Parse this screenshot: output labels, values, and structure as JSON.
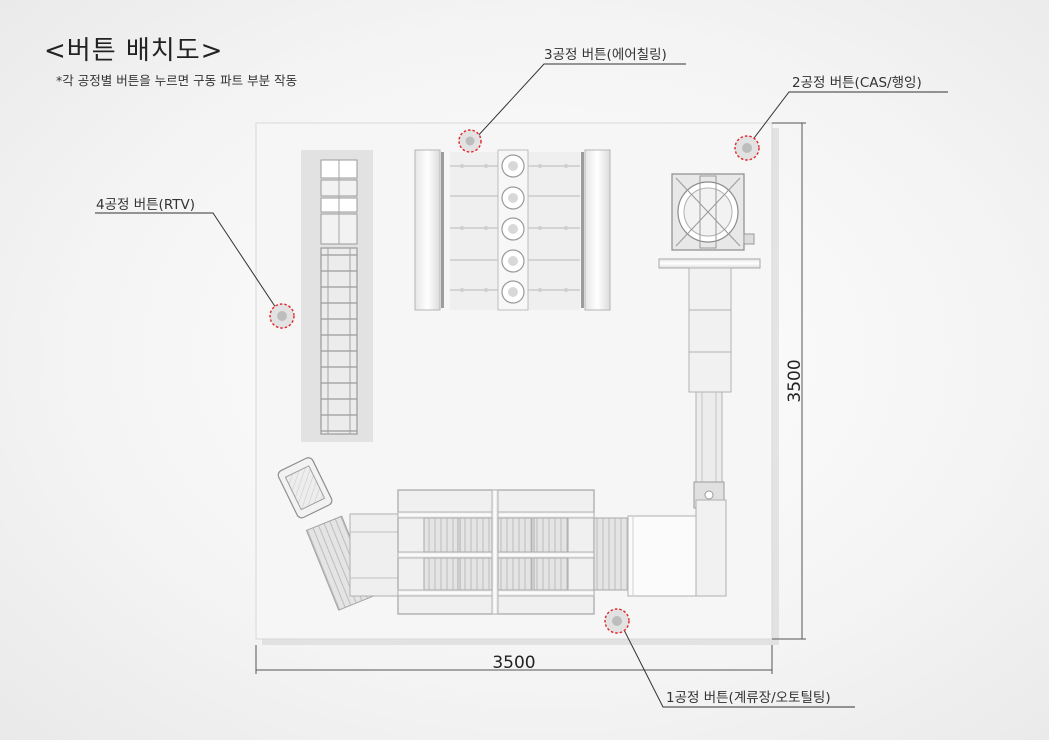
{
  "title": "<버튼 배치도>",
  "subtitle": "*각 공정별 버튼을 누르면 구동 파트 부분 작동",
  "buttons": {
    "process1": "1공정 버튼(계류장/오토틸팅)",
    "process2": "2공정 버튼(CAS/행잉)",
    "process3": "3공정 버튼(에어칠링)",
    "process4": "4공정 버튼(RTV)"
  },
  "dimensions": {
    "width": "3500",
    "height": "3500"
  },
  "colors": {
    "marker": "#e0262b",
    "leader": "#333333",
    "floor": "#f5f5f5"
  }
}
